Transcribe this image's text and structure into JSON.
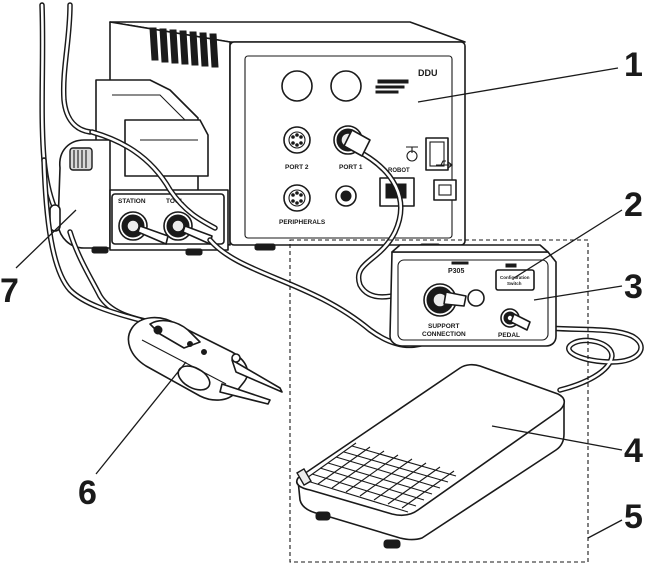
{
  "callouts": [
    "1",
    "2",
    "3",
    "4",
    "5",
    "6",
    "7"
  ],
  "station_labels": {
    "brand": "DDU",
    "port2": "PORT 2",
    "port1": "PORT 1",
    "peripherals": "PERIPHERALS",
    "robot": "ROBOT",
    "station": "STATION",
    "tool": "TOOL"
  },
  "p305_labels": {
    "model": "P305",
    "config_line1": "Configuration",
    "config_line2": "Switch",
    "support_line1": "SUPPORT",
    "support_line2": "CONNECTION",
    "pedal": "PEDAL"
  }
}
